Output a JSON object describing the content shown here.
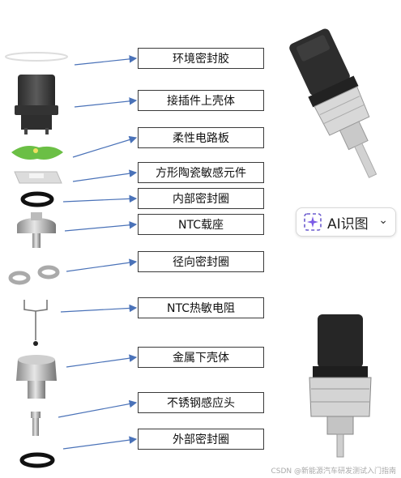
{
  "labels": [
    "环境密封胶",
    "接插件上壳体",
    "柔性电路板",
    "方形陶瓷敏感元件",
    "内部密封圈",
    "NTC载座",
    "径向密封圈",
    "NTC热敏电阻",
    "金属下壳体",
    "不锈钢感应头",
    "外部密封圈"
  ],
  "ai_button": {
    "label": "AI识图"
  },
  "watermark": "CSDN @新能源汽车研发测试入门指南",
  "icons": {
    "ai": "sparkle-icon",
    "dropdown": "chevron-down-icon"
  },
  "colors": {
    "arrow": "#4a72b8",
    "border": "#3a3a3a",
    "pcb": "#6bbf45"
  }
}
